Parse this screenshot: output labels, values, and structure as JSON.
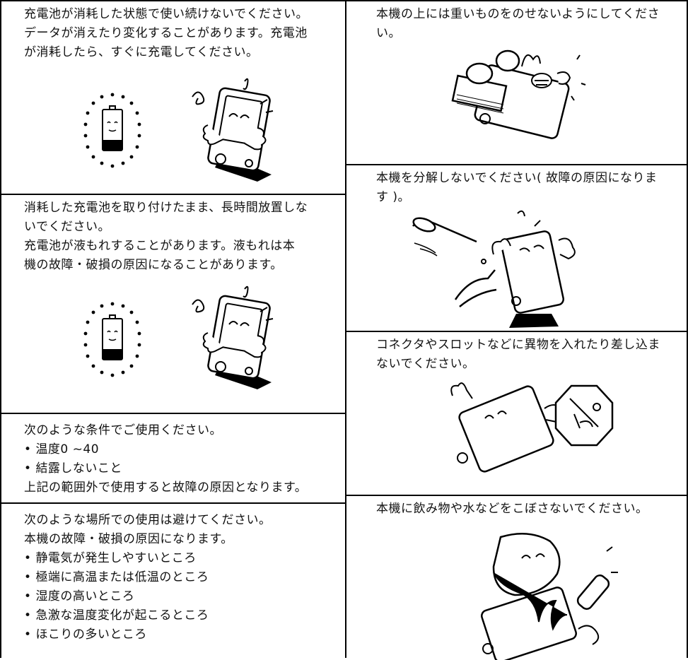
{
  "left_column": [
    {
      "id": "battery-drain",
      "lines": [
        "充電池が消耗した状態で使い続けないでください。",
        "データが消えたり変化することがあります。充電池",
        "が消耗したら、すぐに充電してください。"
      ]
    },
    {
      "id": "battery-leak",
      "lines": [
        "消耗した充電池を取り付けたまま、長時間放置しな",
        "いでください。",
        "充電池が液もれすることがあります。液もれは本",
        "機の故障・破損の原因になることがあります。"
      ]
    },
    {
      "id": "conditions",
      "intro": "次のような条件でご使用ください。",
      "bullets": [
        "温度0 ~40",
        "結露しないこと"
      ],
      "outro": "上記の範囲外で使用すると故障の原因となります。"
    },
    {
      "id": "places",
      "intro": "次のような場所での使用は避けてください。",
      "intro2": "本機の故障・破損の原因になります。",
      "bullets": [
        "静電気が発生しやすいところ",
        "極端に高温または低温のところ",
        "湿度の高いところ",
        "急激な温度変化が起こるところ",
        "ほこりの多いところ"
      ]
    }
  ],
  "right_column": [
    {
      "id": "no-heavy",
      "lines": [
        "本機の上には重いものをのせないようにしてくださ",
        "い。"
      ]
    },
    {
      "id": "no-disassemble",
      "lines": [
        "本機を分解しないでください( 故障の原因になりま",
        "す )。"
      ]
    },
    {
      "id": "no-foreign",
      "lines": [
        "コネクタやスロットなどに異物を入れたり差し込ま",
        "ないでください。"
      ]
    },
    {
      "id": "no-liquid",
      "lines": [
        "本機に飲み物や水などをこぼさないでください。"
      ]
    }
  ]
}
